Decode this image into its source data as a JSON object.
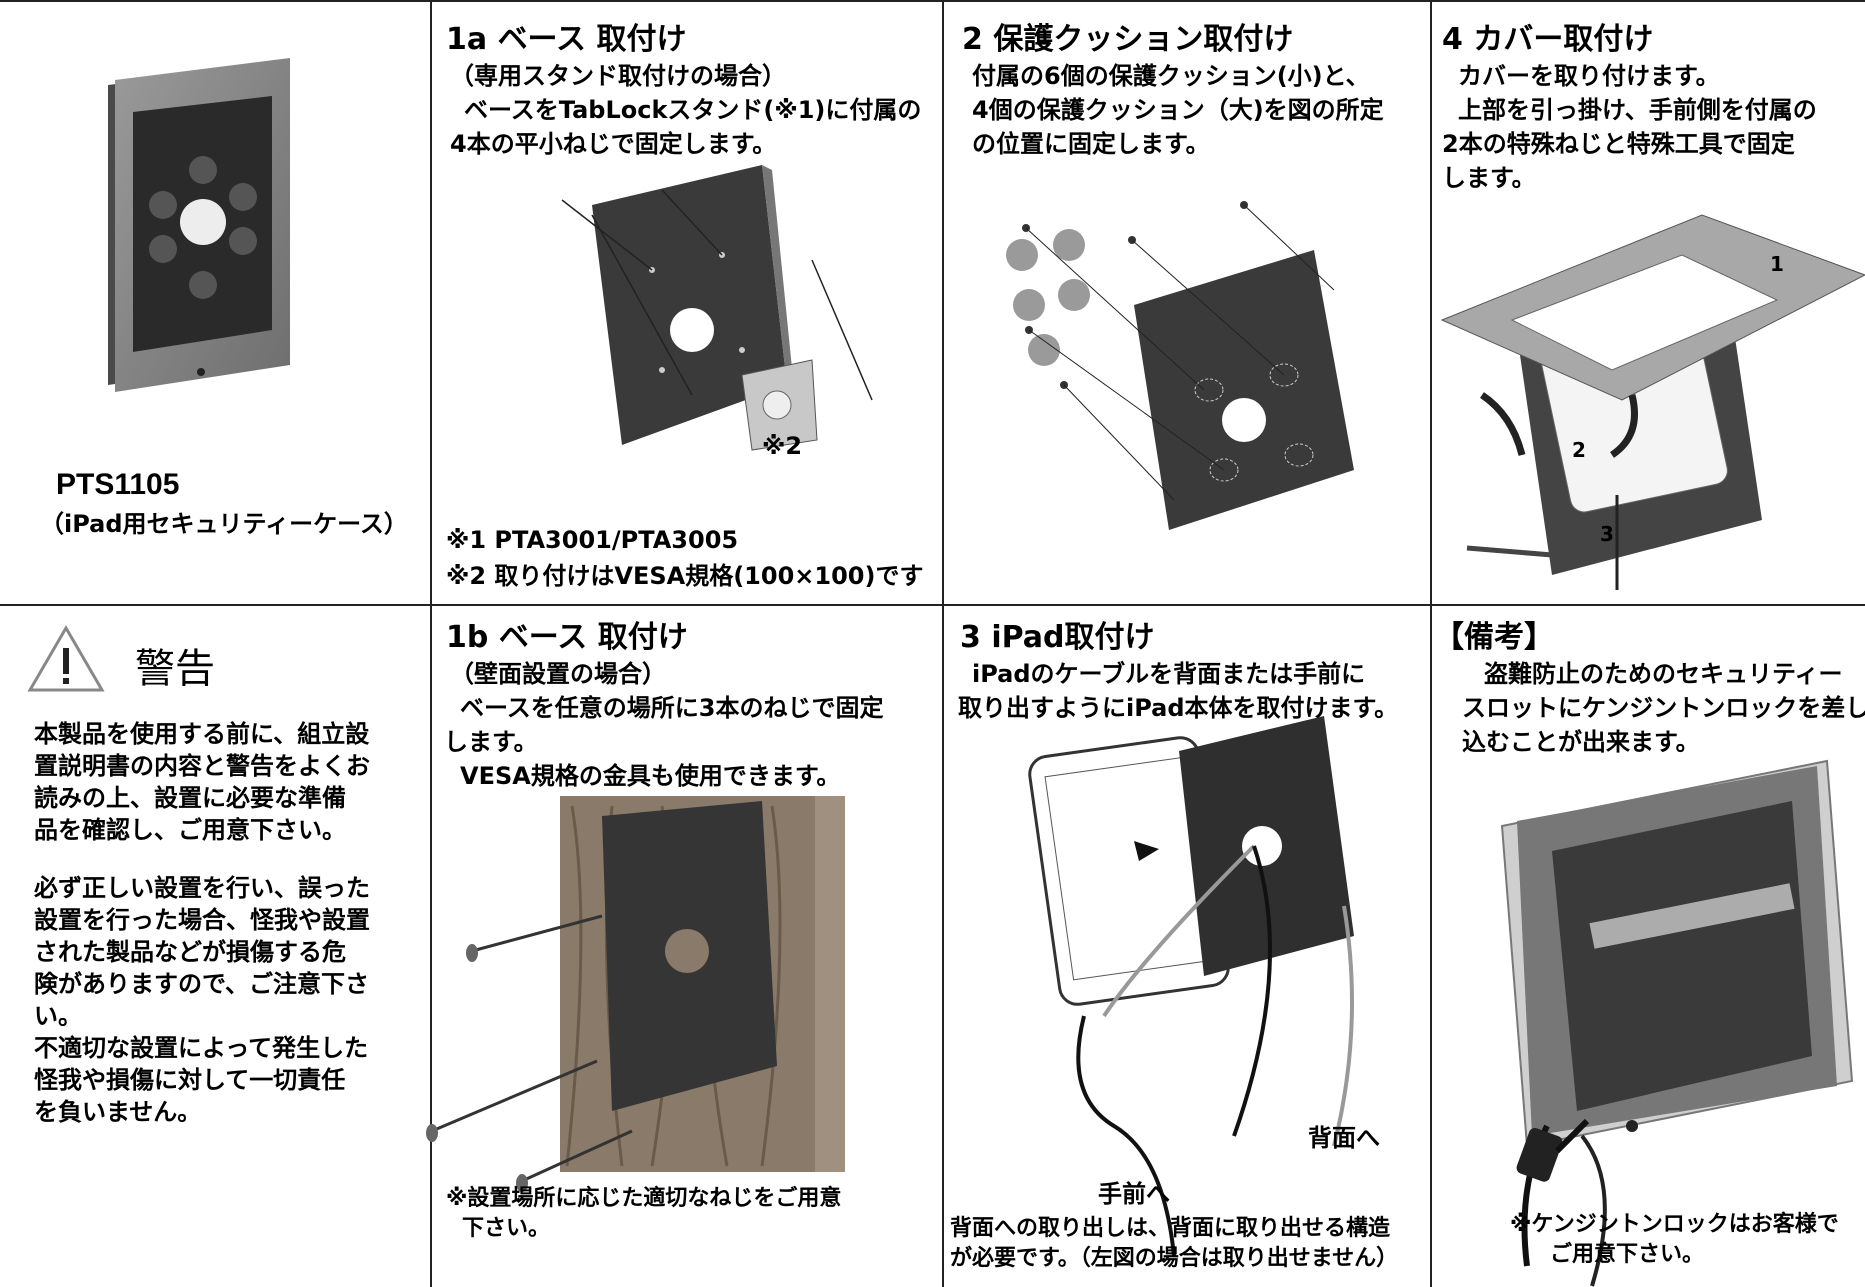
{
  "product": {
    "model": "PTS1105",
    "subtitle": "（iPad用セキュリティーケース）"
  },
  "step1a": {
    "title": "1a ベース 取付け",
    "lines": [
      "（専用スタンド取付けの場合）",
      "ベースをTabLockスタンド(※1)に付属の",
      "4本の平小ねじで固定します。"
    ],
    "callout": "※2",
    "note1": "※1 PTA3001/PTA3005",
    "note2": "※2 取り付けはVESA規格(100×100)です"
  },
  "step2": {
    "title": "2  保護クッション取付け",
    "lines": [
      "付属の6個の保護クッション(小)と、",
      "4個の保護クッション（大)を図の所定",
      "の位置に固定します。"
    ]
  },
  "step4": {
    "title": "4 カバー取付け",
    "lines": [
      "カバーを取り付けます。",
      "上部を引っ掛け、手前側を付属の",
      "2本の特殊ねじと特殊工具で固定",
      "します。"
    ],
    "markers": [
      "1",
      "2",
      "3"
    ]
  },
  "warning": {
    "title": "警告",
    "paragraph1": [
      "本製品を使用する前に、組立設",
      "置説明書の内容と警告をよくお",
      "読みの上、設置に必要な準備",
      "品を確認し、ご用意下さい。"
    ],
    "paragraph2": [
      "必ず正しい設置を行い、誤った",
      "設置を行った場合、怪我や設置",
      "された製品などが損傷する危",
      "険がありますので、ご注意下さ",
      "い。",
      "不適切な設置によって発生した",
      "怪我や損傷に対して一切責任",
      "を負いません。"
    ]
  },
  "step1b": {
    "title": "1b ベース 取付け",
    "lines": [
      "（壁面設置の場合）",
      "ベースを任意の場所に3本のねじで固定",
      "します。",
      "VESA規格の金具も使用できます。"
    ],
    "notes": [
      "※設置場所に応じた適切なねじをご用意",
      "下さい。"
    ]
  },
  "step3": {
    "title": "3  iPad取付け",
    "lines": [
      "iPadのケーブルを背面または手前に",
      "取り出すようにiPad本体を取付けます。"
    ],
    "label_back": "背面へ",
    "label_front": "手前へ",
    "notes": [
      "背面への取り出しは、背面に取り出せる構造",
      "が必要です。（左図の場合は取り出せません）"
    ]
  },
  "remarks": {
    "title": "【備考】",
    "lines": [
      "盗難防止のためのセキュリティー",
      "スロットにケンジントンロックを差し",
      "込むことが出来ます。"
    ],
    "notes": [
      "※ケンジントンロックはお客様で",
      "ご用意下さい。"
    ]
  }
}
